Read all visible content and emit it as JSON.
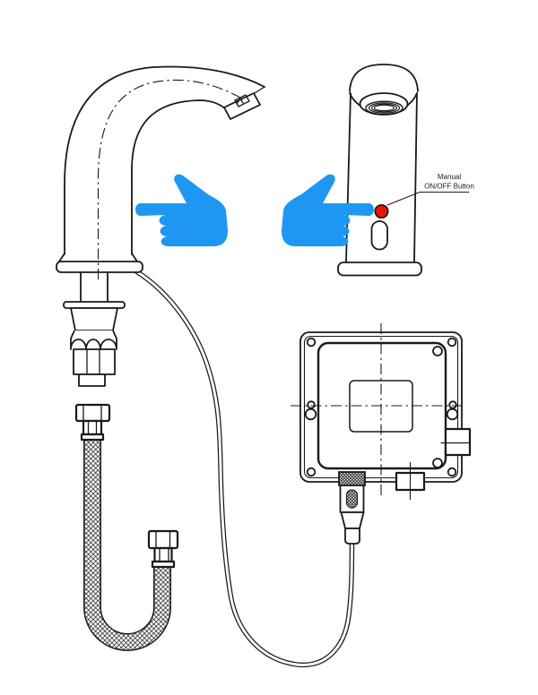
{
  "callout": {
    "line1": "Manual",
    "line2": "ON/OFF Button"
  },
  "colors": {
    "hand_blue": "#1E97F3",
    "button_red": "#E8120C",
    "ink": "#1A1A1A",
    "background": "#FFFFFF"
  },
  "icons": {
    "left_hand": "pointing-hand-icon",
    "right_hand": "pointing-hand-icon",
    "manual_button": "red-dot-button"
  }
}
